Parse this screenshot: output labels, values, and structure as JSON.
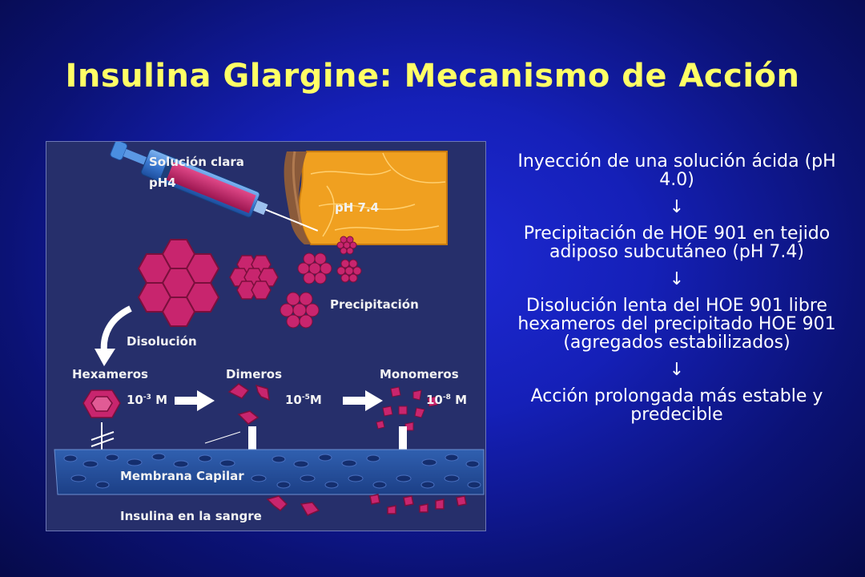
{
  "title": "Insulina Glargine: Mecanismo de Acción",
  "diagram": {
    "syringe_label_line1": "Solución clara",
    "syringe_label_line2": "pH4",
    "tissue_ph": "pH 7.4",
    "precipitation": "Precipitación",
    "dissolution": "Disolución",
    "hexamers": "Hexameros",
    "dimers": "Dimeros",
    "monomers": "Monomeros",
    "conc_hexamer_base": "10",
    "conc_hexamer_exp": "-3",
    "conc_hexamer_unit": " M",
    "conc_dimer_base": "10",
    "conc_dimer_exp": "-5",
    "conc_dimer_unit": "M",
    "conc_monomer_base": "10",
    "conc_monomer_exp": "-8",
    "conc_monomer_unit": " M",
    "membrane": "Membrana Capilar",
    "blood": "Insulina en la sangre"
  },
  "steps": [
    {
      "text": "Inyección de una solución ácida (pH 4.0)"
    },
    {
      "text": "Precipitación de HOE 901 en tejido adiposo subcutáneo (pH 7.4)"
    },
    {
      "text": "Disolución lenta del HOE 901 libre hexameros del precipitado HOE 901 (agregados estabilizados)"
    },
    {
      "text": "Acción prolongada más estable y predecible"
    }
  ],
  "arrow_glyph": "↓",
  "colors": {
    "title": "#ffff66",
    "insulin": "#c8256e",
    "tissue": "#f0a020",
    "panel": "#262f6b"
  }
}
